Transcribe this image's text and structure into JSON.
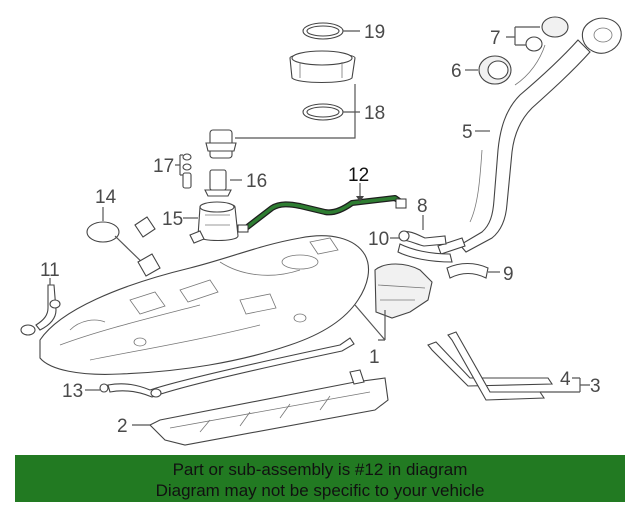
{
  "diagram": {
    "callouts": [
      "1",
      "2",
      "3",
      "4",
      "5",
      "6",
      "7",
      "8",
      "9",
      "10",
      "11",
      "12",
      "13",
      "14",
      "15",
      "16",
      "17",
      "18",
      "19"
    ],
    "highlight_color": "#2e7d32"
  },
  "banner": {
    "line1": "Part or sub-assembly is #12 in diagram",
    "line2": "Diagram may not be specific to your vehicle",
    "background": "#227a22"
  }
}
